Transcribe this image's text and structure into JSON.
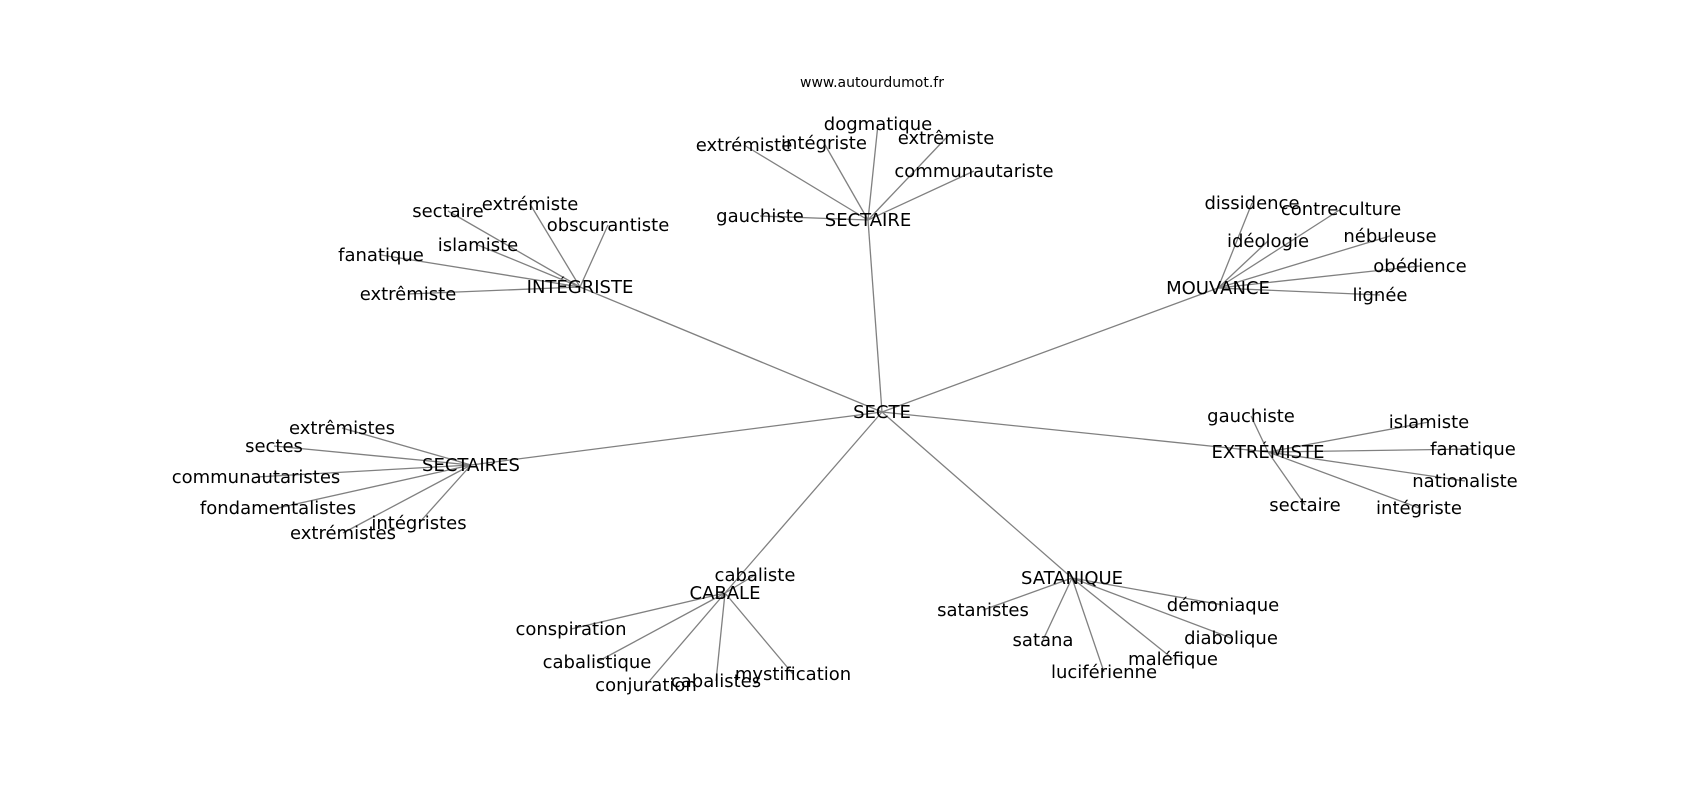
{
  "site_label": "www.autourdumot.fr",
  "graph": {
    "center": "SECTE",
    "hubs": [
      {
        "label": "SECTAIRE",
        "leaves": [
          "dogmatique",
          "extrémiste",
          "intégriste",
          "extrêmiste",
          "communautariste",
          "gauchiste"
        ]
      },
      {
        "label": "INTÉGRISTE",
        "leaves": [
          "sectaire",
          "extrémiste",
          "obscurantiste",
          "islamiste",
          "fanatique",
          "extrêmiste"
        ]
      },
      {
        "label": "MOUVANCE",
        "leaves": [
          "dissidence",
          "contreculture",
          "idéologie",
          "nébuleuse",
          "obédience",
          "lignée"
        ]
      },
      {
        "label": "SECTAIRES",
        "leaves": [
          "extrêmistes",
          "sectes",
          "communautaristes",
          "fondamentalistes",
          "intégristes",
          "extrémistes"
        ]
      },
      {
        "label": "EXTRÉMISTE",
        "leaves": [
          "gauchiste",
          "islamiste",
          "fanatique",
          "nationaliste",
          "sectaire",
          "intégriste"
        ]
      },
      {
        "label": "CABALE",
        "leaves": [
          "cabaliste",
          "conspiration",
          "cabalistique",
          "conjuration",
          "cabalistes",
          "mystification"
        ]
      },
      {
        "label": "SATANIQUE",
        "leaves": [
          "satanistes",
          "démoniaque",
          "diabolique",
          "satana",
          "maléfique",
          "luciférienne"
        ]
      }
    ]
  }
}
